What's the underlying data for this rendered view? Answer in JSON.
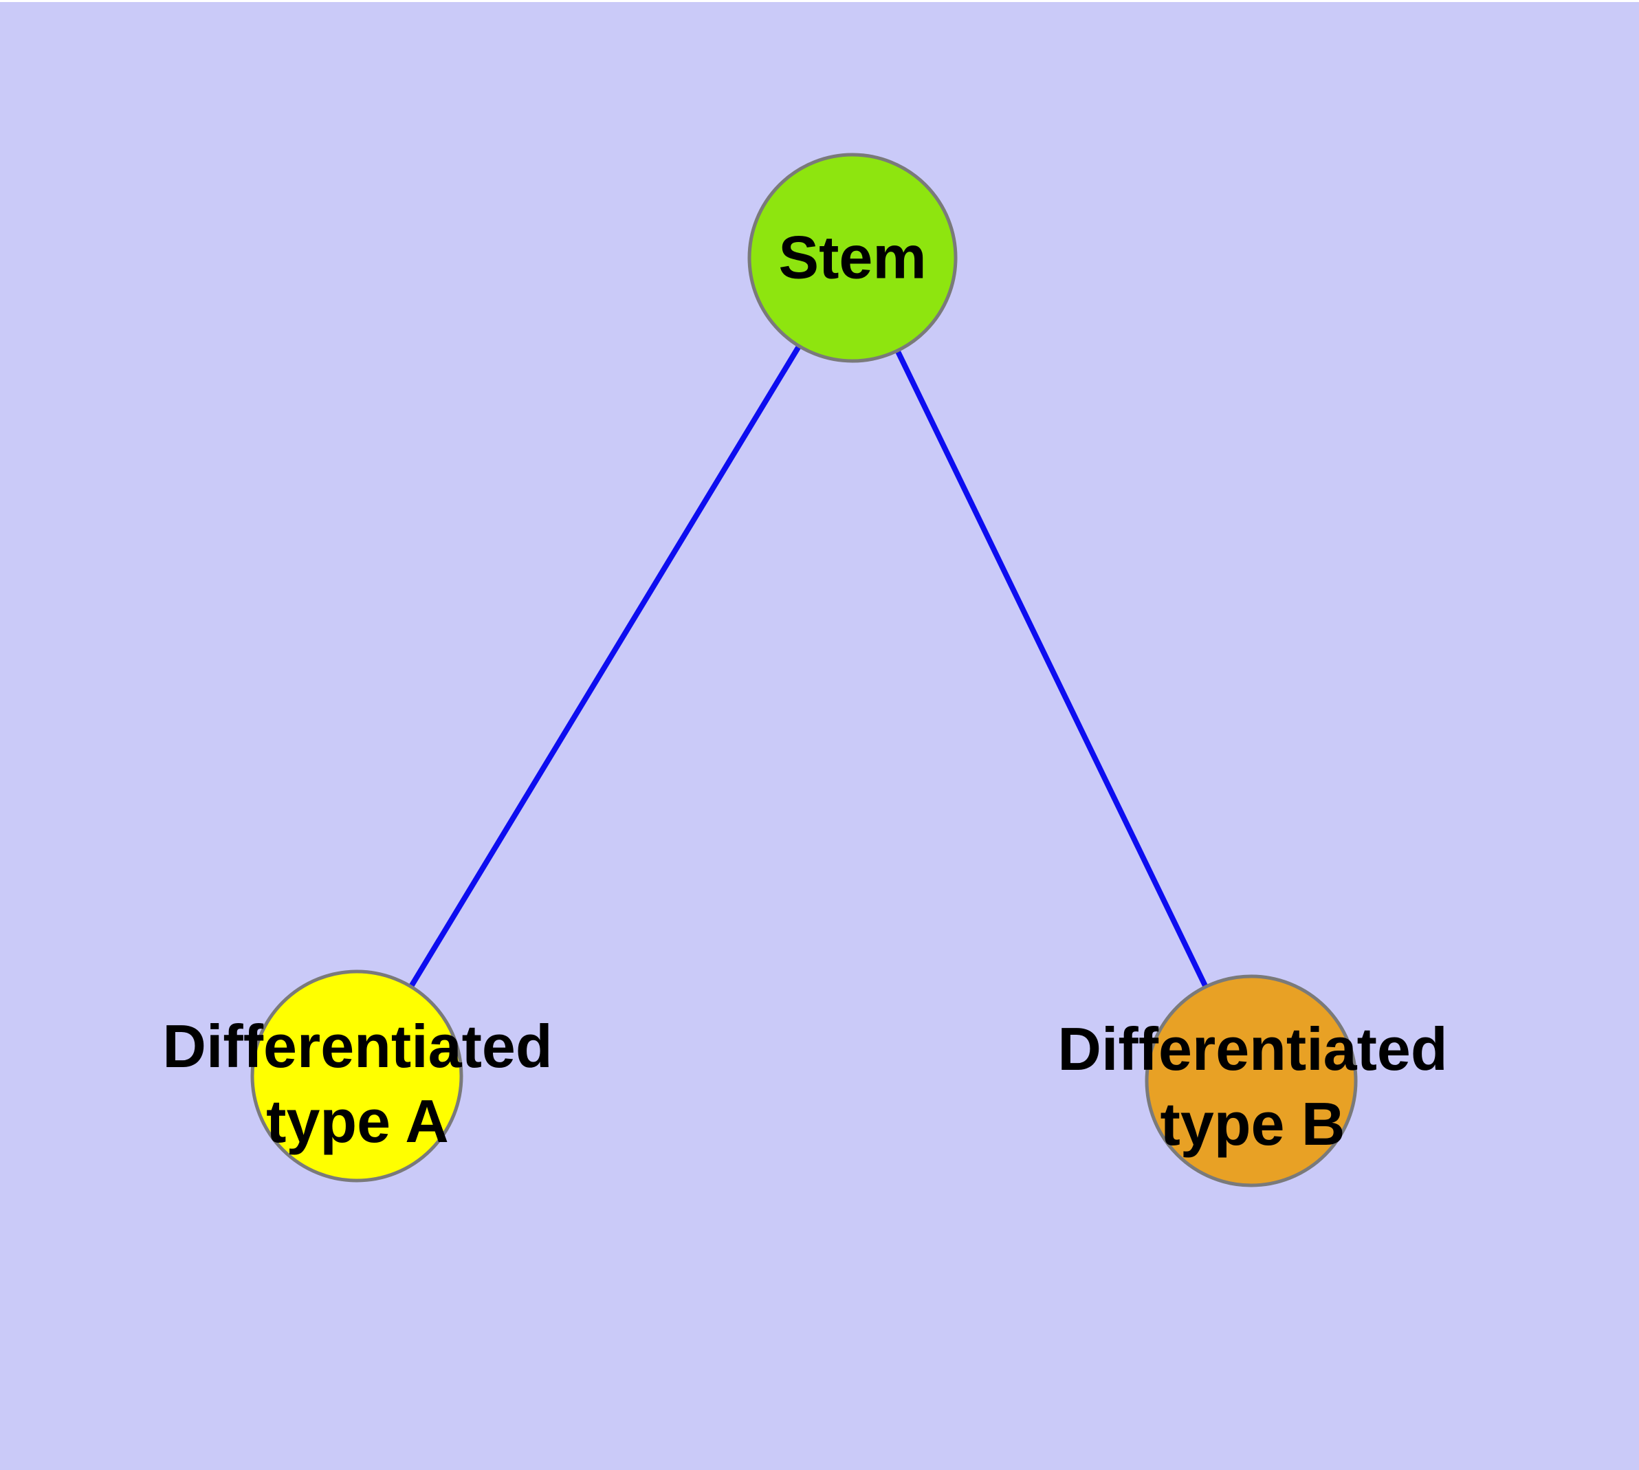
{
  "diagram": {
    "type": "graph",
    "background_color": "#CACAF8",
    "top_strip_color": "#FFFFFF",
    "edge_color": "#0D0DF0",
    "node_border_color": "#7A7A7A",
    "text_color": "#000000",
    "nodes": [
      {
        "id": "stem",
        "label": "Stem",
        "color": "#8EE50F"
      },
      {
        "id": "differentiated-type-a",
        "label": "Differentiated\ntype A",
        "color": "#FFFF00"
      },
      {
        "id": "differentiated-type-b",
        "label": "Differentiated\ntype B",
        "color": "#E8A125"
      }
    ],
    "edges": [
      {
        "from": "stem",
        "to": "differentiated-type-a"
      },
      {
        "from": "stem",
        "to": "differentiated-type-b"
      }
    ]
  }
}
